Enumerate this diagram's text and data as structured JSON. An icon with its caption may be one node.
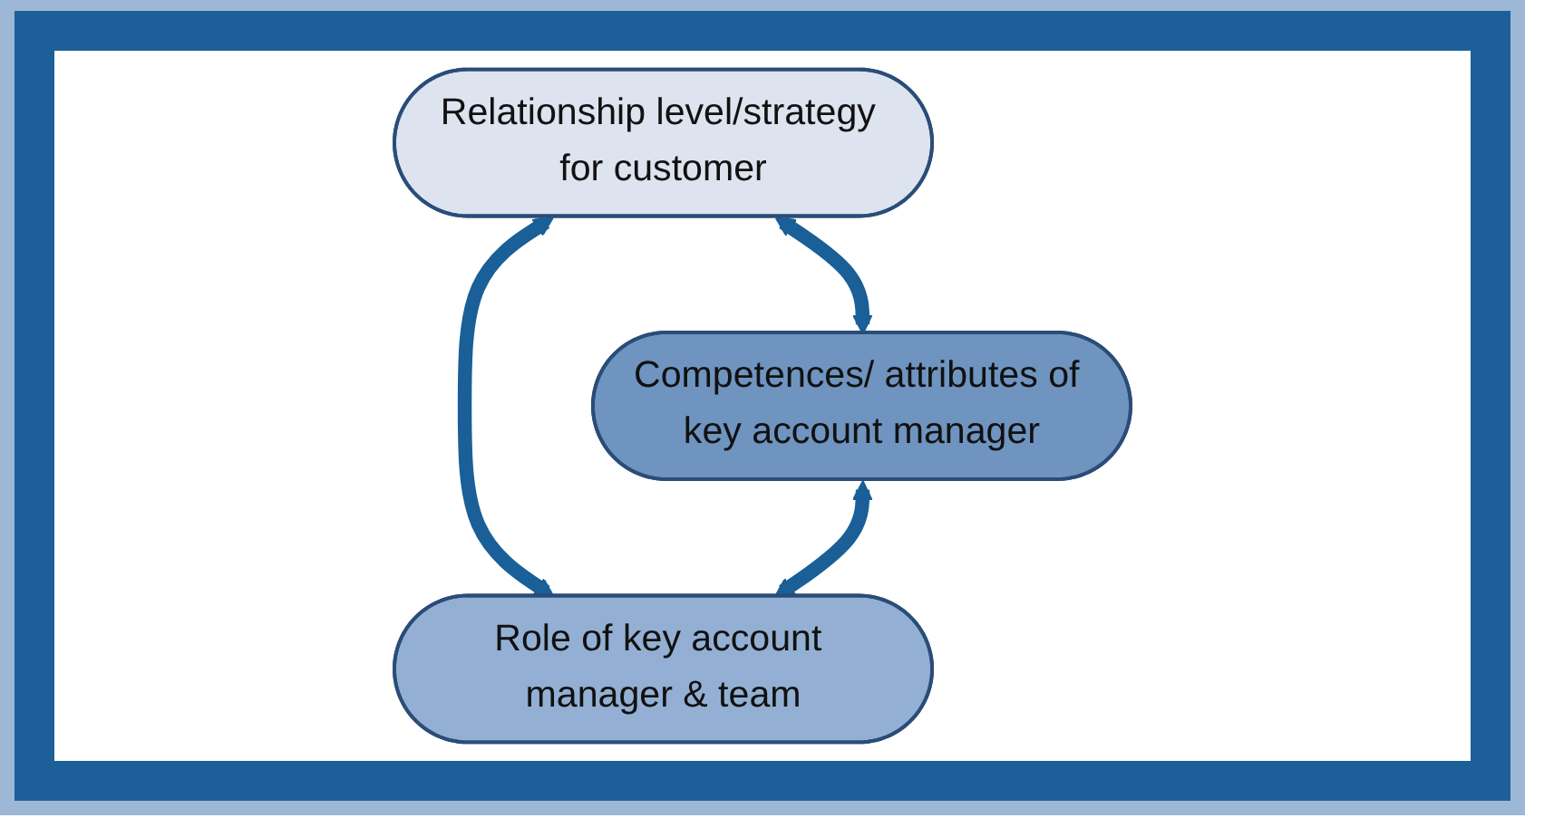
{
  "diagram": {
    "nodes": [
      {
        "text": [
          "Relationship level/strategy for customer"
        ]
      },
      {
        "text": [
          "Competences/ attributes of key account manager"
        ]
      },
      {
        "text": [
          "Role of key account manager & team"
        ]
      }
    ],
    "edges": [
      {
        "from": 0,
        "to": 1,
        "arrow": "both"
      },
      {
        "from": 0,
        "to": 2,
        "arrow": "both"
      },
      {
        "from": 1,
        "to": 2,
        "arrow": "both"
      }
    ]
  }
}
